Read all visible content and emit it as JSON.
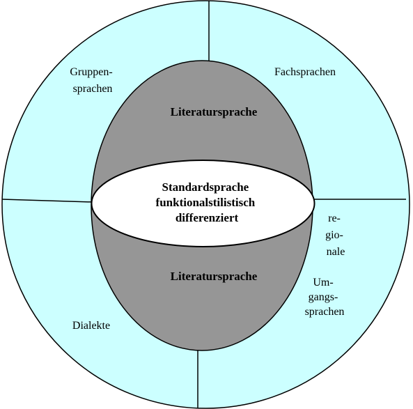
{
  "colors": {
    "outer_fill": "#ccffff",
    "inner_fill": "#969696",
    "center_fill": "#ffffff",
    "stroke": "#000000"
  },
  "outer": {
    "top_left": [
      "Gruppen-",
      "sprachen"
    ],
    "top_right": "Fachsprachen",
    "bottom_left": "Dialekte",
    "bottom_right_1": [
      "re-",
      "gio-",
      "nale"
    ],
    "bottom_right_2": [
      "Um-",
      "gangs-",
      "sprachen"
    ]
  },
  "inner": {
    "top": "Literatursprache",
    "bottom": "Literatursprache"
  },
  "center": [
    "Standardsprache",
    "funktionalstilistisch",
    "differenziert"
  ]
}
